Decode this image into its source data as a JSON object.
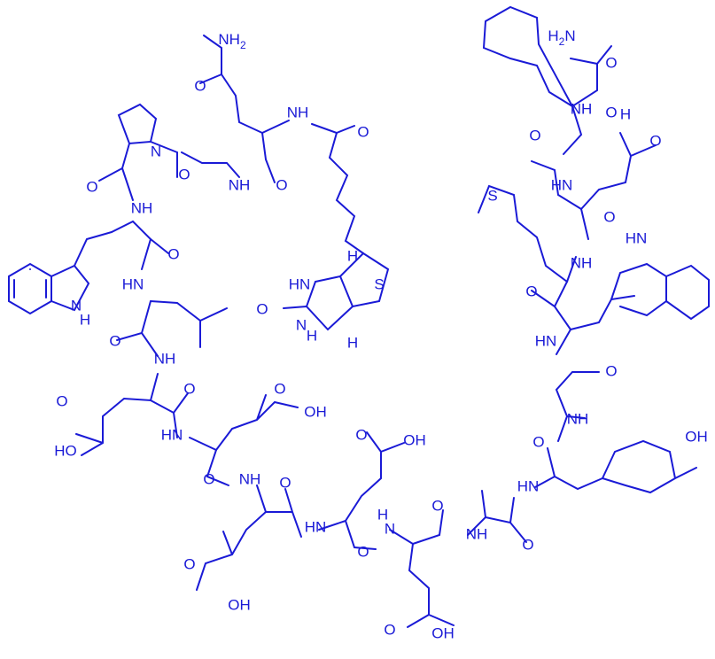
{
  "colors": {
    "bond": "#1a1ad6",
    "text": "#1a1ad6",
    "background": "#ffffff"
  },
  "atom_labels": {
    "nh2": "NH",
    "nh2_sub": "2",
    "h2n": "H",
    "h2n_sub": "2",
    "h2n_n": "N",
    "o": "O",
    "nh": "NH",
    "hn": "HN",
    "n": "N",
    "s": "S",
    "h": "H",
    "oh": "OH",
    "ho": "HO"
  }
}
